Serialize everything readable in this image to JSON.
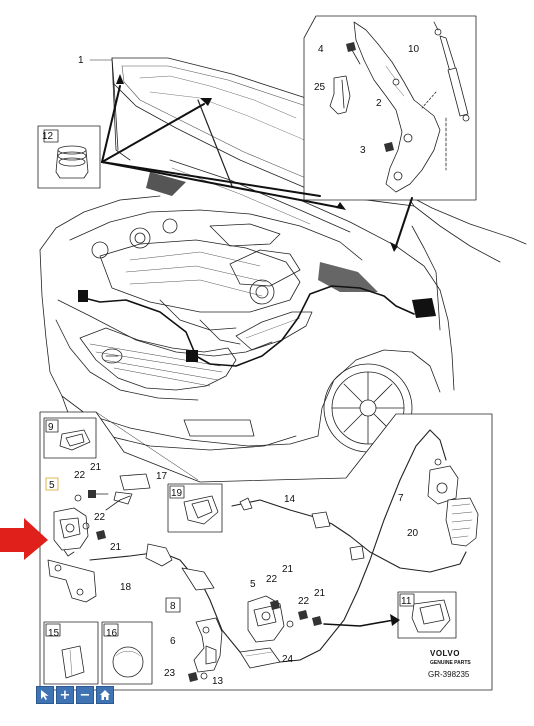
{
  "callouts": [
    "1",
    "2",
    "3",
    "4",
    "5",
    "6",
    "7",
    "8",
    "9",
    "10",
    "11",
    "12",
    "13",
    "14",
    "15",
    "16",
    "17",
    "18",
    "19",
    "20",
    "21",
    "22",
    "23",
    "24",
    "25"
  ],
  "labels": {
    "n1": "1",
    "n2": "2",
    "n3": "3",
    "n4": "4",
    "n10": "10",
    "n25": "25",
    "n12": "12",
    "n9": "9",
    "n5a": "5",
    "n21a": "21",
    "n22a": "22",
    "n17": "17",
    "n22b": "22",
    "n21b": "21",
    "n18": "18",
    "n19": "19",
    "n14": "14",
    "n7": "7",
    "n20": "20",
    "n8": "8",
    "n5b": "5",
    "n21c": "21",
    "n22c": "22",
    "n22d": "22",
    "n21d": "21",
    "n11": "11",
    "n15": "15",
    "n16": "16",
    "n6": "6",
    "n24": "24",
    "n23": "23",
    "n13": "13"
  },
  "brand": {
    "name": "VOLVO",
    "sub": "GENUINE PARTS",
    "ref": "GR-398235"
  },
  "toolbar": {
    "select_icon": "cursor-icon",
    "zoom_in": "+",
    "zoom_out": "−",
    "home_icon": "home-icon"
  },
  "colors": {
    "pointer_arrow": "#e0201b",
    "toolbar_blue": "#3f73b3"
  }
}
